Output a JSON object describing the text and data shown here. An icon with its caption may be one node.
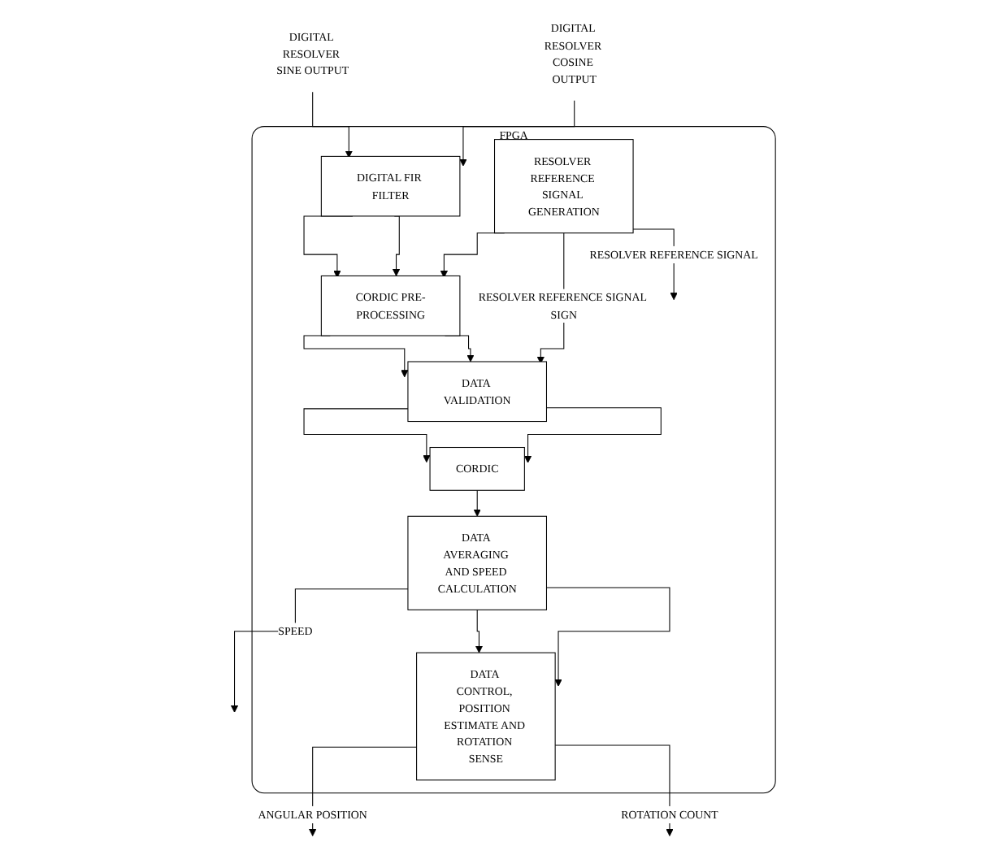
{
  "diagram": {
    "nodes": [
      {
        "text": [
          "FPGA"
        ]
      },
      {
        "text": [
          "DIGITAL FIR FILTER"
        ],
        "in": 0
      },
      {
        "text": [
          "CORDIC PRE-PROCESSING"
        ],
        "in": 0
      },
      {
        "text": [
          "DATA VALIDATION"
        ],
        "in": 0
      },
      {
        "text": [
          "RESOLVER REFERENCE SIGNAL GENERATION"
        ],
        "in": 0
      },
      {
        "text": [
          "CORDIC"
        ],
        "in": 0
      },
      {
        "text": [
          "DATA AVERAGING AND SPEED CALCULATION"
        ],
        "in": 0
      },
      {
        "text": [
          "DATA CONTROL, POSITION ESTIMATE AND ROTATION SENSE"
        ],
        "in": 0
      },
      {
        "text": [
          "DIGITAL RESOLVER SINE OUTPUT"
        ]
      },
      {
        "text": [
          "DIGITAL RESOLVER COSINE OUTPUT"
        ]
      }
    ],
    "edges": [
      {
        "from": 8,
        "to": 1,
        "arrow": "to"
      },
      {
        "from": 9,
        "to": 1,
        "arrow": "to"
      },
      {
        "from": 1,
        "to": 2,
        "arrow": "to"
      },
      {
        "from": 1,
        "to": 2,
        "arrow": "to"
      },
      {
        "from": 4,
        "to": 2,
        "arrow": "to"
      },
      {
        "from": 4,
        "to": 3,
        "label": "RESOLVER REFERENCE SIGNAL SIGN",
        "arrow": "to"
      },
      {
        "from": 2,
        "to": 3,
        "arrow": "to"
      },
      {
        "from": 2,
        "to": 3,
        "arrow": "to"
      },
      {
        "from": 3,
        "to": 5,
        "arrow": "to"
      },
      {
        "from": 3,
        "to": 5,
        "arrow": "to"
      },
      {
        "from": 5,
        "to": 6,
        "arrow": "to"
      },
      {
        "from": 4,
        "to": null,
        "label": "RESOLVER REFERENCE SIGNAL",
        "arrow": "to"
      },
      {
        "from": 6,
        "to": null,
        "label": "SPEED",
        "arrow": "to"
      },
      {
        "from": 6,
        "to": 7,
        "arrow": "to"
      },
      {
        "from": 6,
        "to": 7,
        "arrow": "to"
      },
      {
        "from": 7,
        "to": null,
        "label": "ANGULAR POSITION",
        "arrow": "to"
      },
      {
        "from": 7,
        "to": null,
        "label": "ROTATION COUNT",
        "arrow": "to"
      }
    ]
  }
}
